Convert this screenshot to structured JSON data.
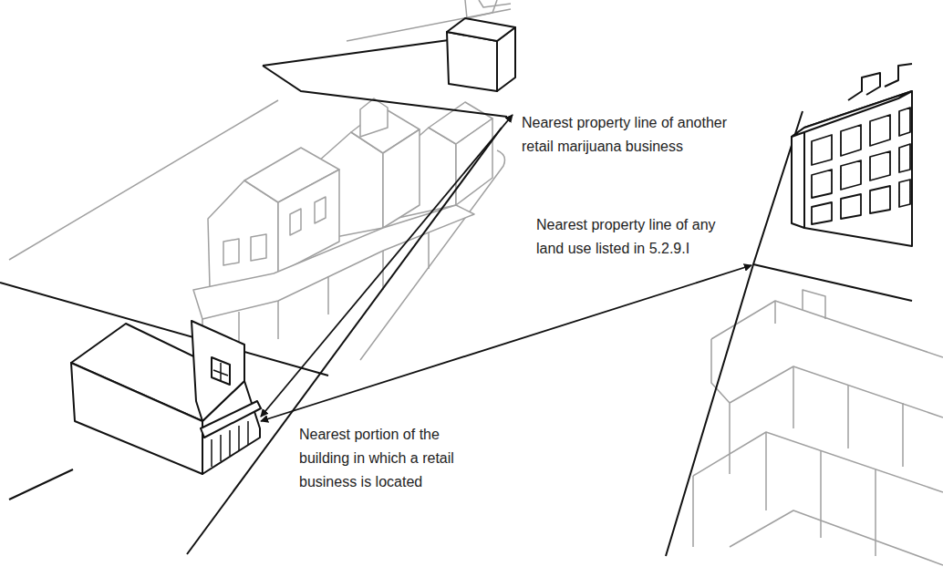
{
  "diagram": {
    "labels": [
      "Nearest property line of another retail marijuana business",
      "Nearest property line of any land use listed in 5.2.9.I",
      "Nearest portion of the building in which a retail business is located"
    ]
  }
}
